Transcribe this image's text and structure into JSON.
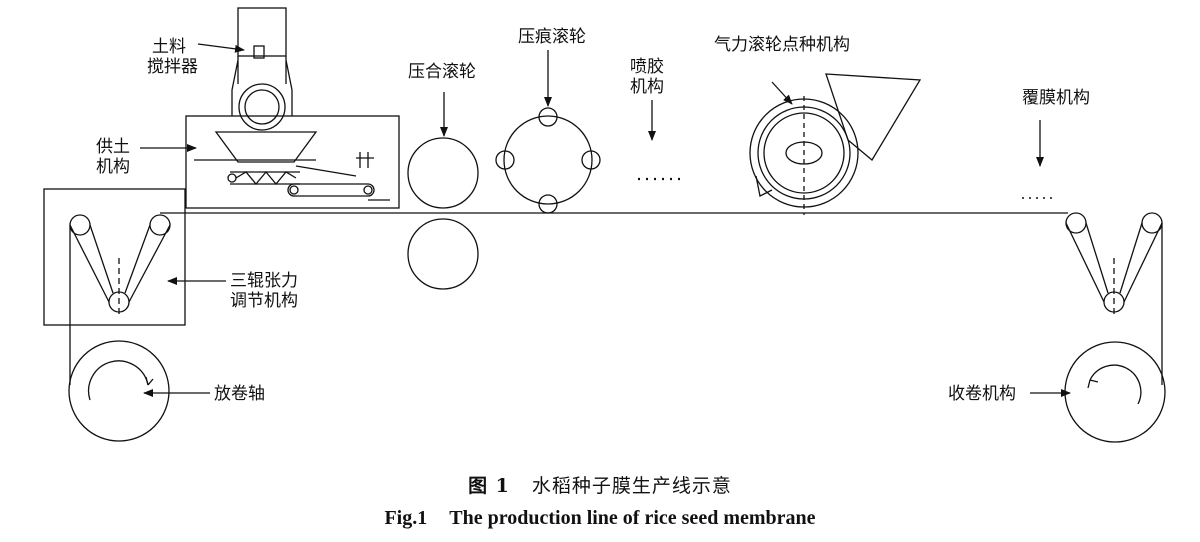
{
  "labels": {
    "soil_mixer": [
      "土料",
      "搅拌器"
    ],
    "soil_supply": [
      "供土",
      "机构"
    ],
    "tension_adjust": [
      "三辊张力",
      "调节机构"
    ],
    "unwind_shaft": "放卷轴",
    "laminating_roller": "压合滚轮",
    "indent_roller": "压痕滚轮",
    "glue_spray": [
      "喷胶",
      "机构"
    ],
    "pneumatic_seeder": "气力滚轮点种机构",
    "film_cover": "覆膜机构",
    "rewind": "收卷机构"
  },
  "caption": {
    "cn_num": "图 1",
    "cn_text": "水稻种子膜生产线示意",
    "en_num": "Fig.1",
    "en_text": "The production line of rice seed membrane"
  }
}
